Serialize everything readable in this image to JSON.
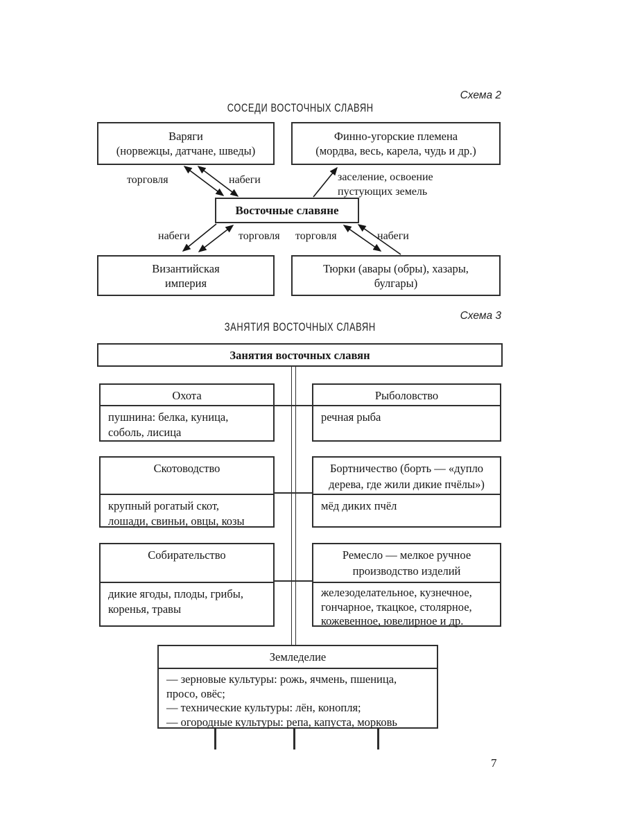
{
  "page": {
    "number": "7"
  },
  "scheme2": {
    "label": "Схема 2",
    "title": "СОСЕДИ ВОСТОЧНЫХ СЛАВЯН",
    "boxes": {
      "varyagi": "Варяги\n(норвежцы, датчане, шведы)",
      "finno_ugric": "Финно-угорские племена\n(мордва, весь, карела, чудь и др.)",
      "center": "Восточные славяне",
      "byzantine": "Византийская\nимперия",
      "turks": "Тюрки (авары (обры), хазары,\nбулгары)"
    },
    "arrow_labels": {
      "top_left": "торговля",
      "top_right": "набеги",
      "settlement": "заселение, освоение\nпустующих земель",
      "bottom_far_left": "набеги",
      "bottom_left": "торговля",
      "bottom_right": "торговля",
      "bottom_far_right": "набеги"
    }
  },
  "scheme3": {
    "label": "Схема 3",
    "title": "ЗАНЯТИЯ ВОСТОЧНЫХ СЛАВЯН",
    "root": "Занятия восточных славян",
    "cells": [
      {
        "header": "Охота",
        "body": "пушнина: белка, куница,\nсоболь, лисица"
      },
      {
        "header": "Рыболовство",
        "body": "речная рыба"
      },
      {
        "header": "Скотоводство",
        "body": "крупный рогатый скот,\nлошади, свиньи, овцы, козы"
      },
      {
        "header": "Бортничество (борть — «дупло\nдерева, где жили дикие пчёлы»)",
        "body": "мёд диких пчёл"
      },
      {
        "header": "Собирательство",
        "body": "дикие ягоды, плоды, грибы,\nкоренья, травы"
      },
      {
        "header": "Ремесло — мелкое ручное\nпроизводство изделий",
        "body": "железоделательное, кузнечное,\nгончарное, ткацкое, столярное,\nкожевенное, ювелирное и др."
      }
    ],
    "agriculture": {
      "header": "Земледелие",
      "body": "— зерновые культуры: рожь, ячмень, пшеница,\nпросо, овёс;\n— технические культуры: лён, конопля;\n— огородные культуры: репа, капуста, морковь"
    }
  }
}
